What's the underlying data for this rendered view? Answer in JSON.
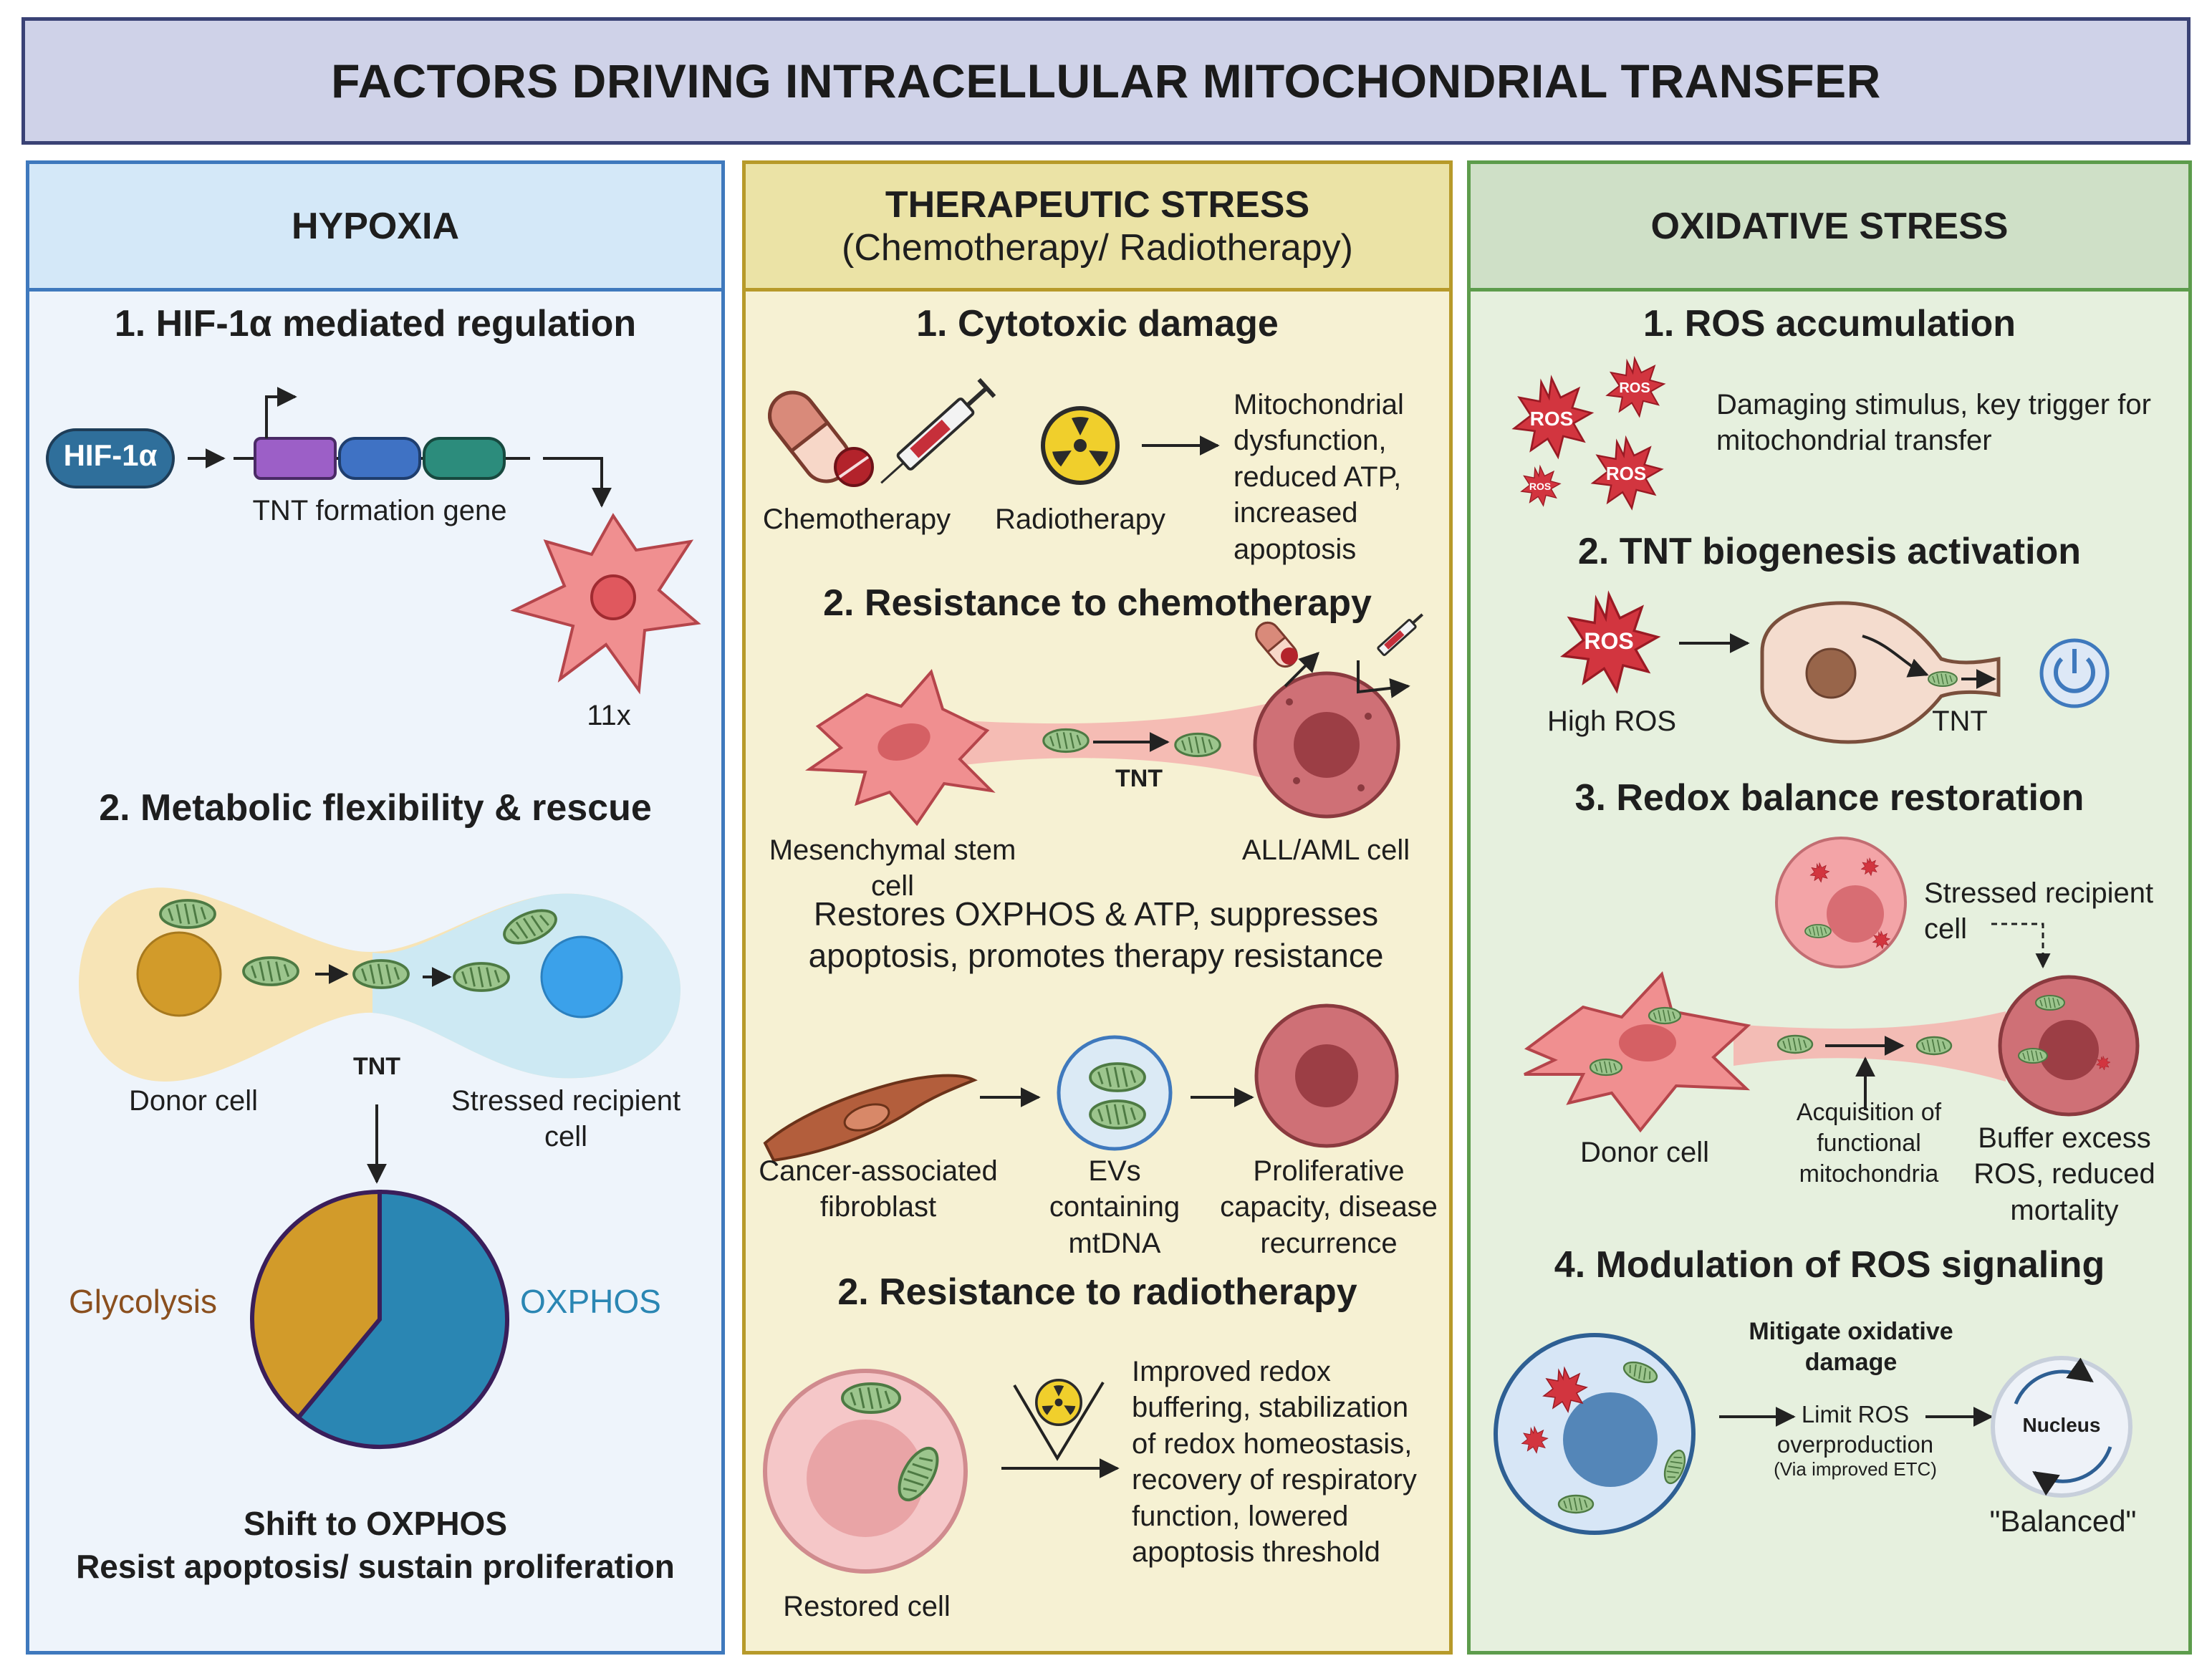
{
  "title": "FACTORS DRIVING INTRACELLULAR MITOCHONDRIAL TRANSFER",
  "colors": {
    "hypoxia_fill": "#d4e8f8",
    "hypoxia_bg": "#eef4fb",
    "hypoxia_border": "#3f79bd",
    "therapeutic_fill": "#ebe3a6",
    "therapeutic_bg": "#f6f1d3",
    "therapeutic_border": "#b79a2a",
    "oxidative_fill": "#cfe0c7",
    "oxidative_bg": "#e6f0de",
    "oxidative_border": "#5d9c4c",
    "ros_red": "#c62f3a",
    "pink_cell": "#f08f90",
    "glycolysis": "#d29b2a",
    "oxphos": "#2a86b3"
  },
  "hypoxia": {
    "header": "HYPOXIA",
    "sec1": "1.  HIF-1α mediated regulation",
    "hif_label": "HIF-1α",
    "gene_label": "TNT formation gene",
    "fold_label": "11x",
    "sec2": "2. Metabolic flexibility & rescue",
    "donor_label": "Donor cell",
    "tnt_label": "TNT",
    "recipient_label": "Stressed recipient cell",
    "glycolysis_label": "Glycolysis",
    "oxphos_label": "OXPHOS",
    "pie": {
      "glycolysis_pct": 39,
      "oxphos_pct": 61
    },
    "shift_line1": "Shift to OXPHOS",
    "shift_line2": "Resist apoptosis/ sustain proliferation"
  },
  "therapeutic": {
    "header": "THERAPEUTIC STRESS",
    "subheader": "(Chemotherapy/ Radiotherapy)",
    "sec1": "1.  Cytotoxic damage",
    "chemo_label": "Chemotherapy",
    "radio_label": "Radiotherapy",
    "damage_text": "Mitochondrial dysfunction, reduced ATP, increased apoptosis",
    "sec2": "2. Resistance to chemotherapy",
    "tnt_label": "TNT",
    "msc_label": "Mesenchymal stem cell",
    "aml_label": "ALL/AML cell",
    "restores_text": "Restores OXPHOS & ATP, suppresses apoptosis, promotes therapy resistance",
    "caf_label": "Cancer-associated fibroblast",
    "evs_label": "EVs containing mtDNA",
    "prolif_label": "Proliferative capacity, disease recurrence",
    "sec3": "2. Resistance to radiotherapy",
    "restored_label": "Restored cell",
    "redox_text": "Improved redox buffering, stabilization of redox homeostasis, recovery of respiratory function, lowered apoptosis threshold"
  },
  "oxidative": {
    "header": "OXIDATIVE STRESS",
    "sec1": "1.  ROS accumulation",
    "ros_text": "Damaging stimulus, key trigger for mitochondrial transfer",
    "ros_badge": "ROS",
    "sec2": "2. TNT biogenesis activation",
    "high_ros_label": "High ROS",
    "tnt_label": "TNT",
    "sec3": "3. Redox balance restoration",
    "stressed_label": "Stressed recipient cell",
    "donor_label": "Donor cell",
    "acquisition_label": "Acquisition of functional mitochondria",
    "buffer_label": "Buffer excess ROS, reduced mortality",
    "sec4": "4. Modulation of ROS signaling",
    "mitigate_label": "Mitigate oxidative damage",
    "limit_label": "Limit ROS overproduction",
    "etc_label": "(Via improved ETC)",
    "nucleus_label": "Nucleus",
    "balanced_label": "\"Balanced\""
  }
}
